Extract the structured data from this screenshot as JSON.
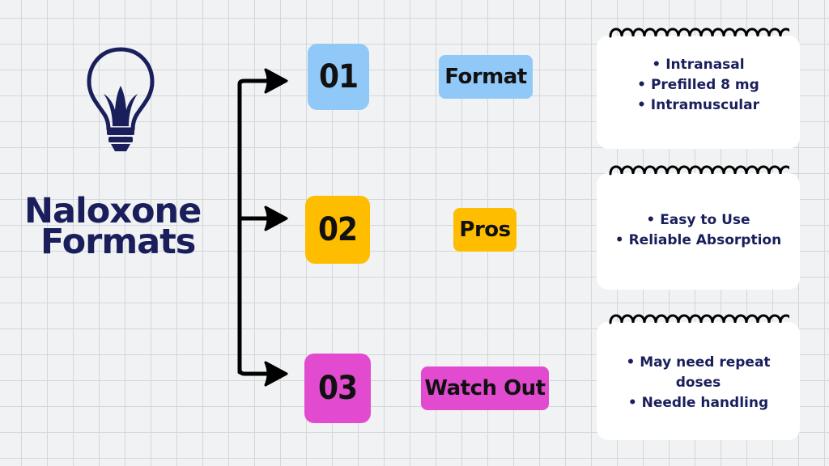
{
  "title": {
    "line1": "Naloxone",
    "line2": "Formats"
  },
  "colors": {
    "navy": "#1a1f5c",
    "blue": "#90c8f8",
    "yellow": "#ffbd00",
    "magenta": "#e24bd0",
    "grid": "#d3d7db"
  },
  "icons": [
    "lightbulb-icon",
    "arrow-right-icon"
  ],
  "rows": [
    {
      "number": "01",
      "label": "Format",
      "items": [
        "• Intranasal",
        "• Prefilled 8 mg",
        "• Intramuscular"
      ]
    },
    {
      "number": "02",
      "label": "Pros",
      "items": [
        "• Easy to Use",
        "• Reliable Absorption"
      ]
    },
    {
      "number": "03",
      "label": "Watch Out",
      "items": [
        "• May need repeat",
        "doses",
        "• Needle handling"
      ]
    }
  ]
}
